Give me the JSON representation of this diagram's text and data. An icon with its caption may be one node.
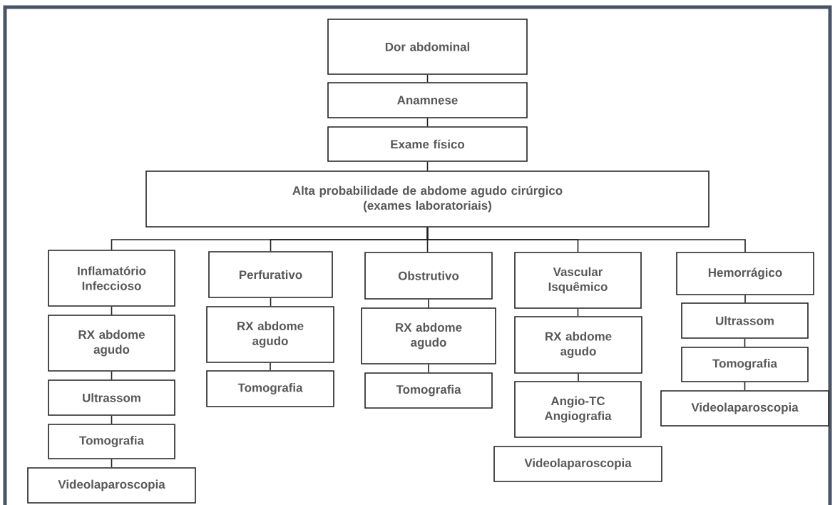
{
  "diagram": {
    "nodes": [
      {
        "text": [
          "Dor abdominal"
        ]
      },
      {
        "text": [
          "Anamnese"
        ]
      },
      {
        "text": [
          "Exame físico"
        ]
      },
      {
        "text": [
          "Alta probabilidade de abdome agudo cirúrgico",
          "(exames laboratoriais)"
        ]
      },
      {
        "text": [
          "Inflamatório Infeccioso"
        ]
      },
      {
        "text": [
          "RX abdome agudo"
        ]
      },
      {
        "text": [
          "Ultrassom"
        ]
      },
      {
        "text": [
          "Tomografia"
        ]
      },
      {
        "text": [
          "Videolaparoscopia"
        ]
      },
      {
        "text": [
          "Perfurativo"
        ]
      },
      {
        "text": [
          "RX abdome agudo"
        ]
      },
      {
        "text": [
          "Tomografia"
        ]
      },
      {
        "text": [
          "Obstrutivo"
        ]
      },
      {
        "text": [
          "RX abdome agudo"
        ]
      },
      {
        "text": [
          "Tomografia"
        ]
      },
      {
        "text": [
          "Vascular Isquêmico"
        ]
      },
      {
        "text": [
          "RX abdome agudo"
        ]
      },
      {
        "text": [
          "Angio-TC Angiografia"
        ]
      },
      {
        "text": [
          "Videolaparoscopia"
        ]
      },
      {
        "text": [
          "Hemorrágico"
        ]
      },
      {
        "text": [
          "Ultrassom"
        ]
      },
      {
        "text": [
          "Tomografia"
        ]
      },
      {
        "text": [
          "Videolaparoscopia"
        ]
      }
    ],
    "edges": [
      {
        "from": 0,
        "to": 1,
        "arrow": "none"
      },
      {
        "from": 1,
        "to": 2,
        "arrow": "none"
      },
      {
        "from": 2,
        "to": 3,
        "arrow": "none"
      },
      {
        "from": 3,
        "to": 4,
        "arrow": "none"
      },
      {
        "from": 3,
        "to": 9,
        "arrow": "none"
      },
      {
        "from": 3,
        "to": 12,
        "arrow": "none"
      },
      {
        "from": 3,
        "to": 15,
        "arrow": "none"
      },
      {
        "from": 3,
        "to": 19,
        "arrow": "none"
      },
      {
        "from": 4,
        "to": 5,
        "arrow": "none"
      },
      {
        "from": 5,
        "to": 6,
        "arrow": "none"
      },
      {
        "from": 6,
        "to": 7,
        "arrow": "none"
      },
      {
        "from": 7,
        "to": 8,
        "arrow": "none"
      },
      {
        "from": 9,
        "to": 10,
        "arrow": "none"
      },
      {
        "from": 10,
        "to": 11,
        "arrow": "none"
      },
      {
        "from": 12,
        "to": 13,
        "arrow": "none"
      },
      {
        "from": 13,
        "to": 14,
        "arrow": "none"
      },
      {
        "from": 15,
        "to": 16,
        "arrow": "none"
      },
      {
        "from": 16,
        "to": 17,
        "arrow": "none"
      },
      {
        "from": 19,
        "to": 20,
        "arrow": "none"
      },
      {
        "from": 20,
        "to": 21,
        "arrow": "none"
      },
      {
        "from": 21,
        "to": 22,
        "arrow": "none"
      }
    ]
  }
}
